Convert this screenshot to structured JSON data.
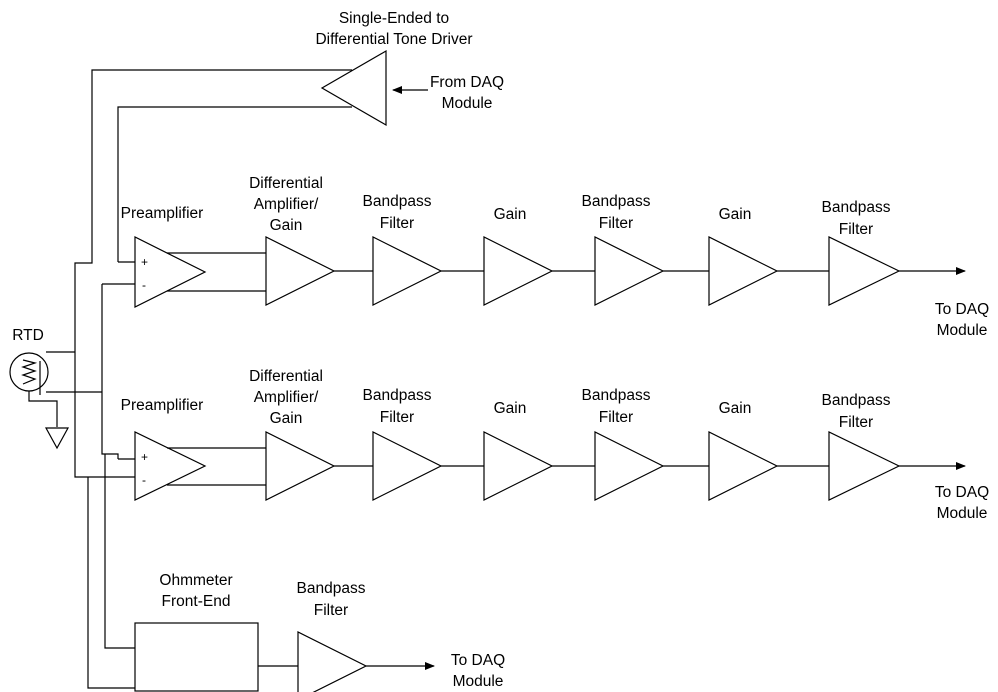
{
  "tone_driver": {
    "line1": "Single-Ended to",
    "line2": "Differential Tone Driver"
  },
  "from_daq": {
    "line1": "From DAQ",
    "line2": "Module"
  },
  "rtd_label": "RTD",
  "channel_top": {
    "preamp": "Preamplifier",
    "diffamp": {
      "line1": "Differential",
      "line2": "Amplifier/",
      "line3": "Gain"
    },
    "bp1": {
      "line1": "Bandpass",
      "line2": "Filter"
    },
    "gain1": "Gain",
    "bp2": {
      "line1": "Bandpass",
      "line2": "Filter"
    },
    "gain2": "Gain",
    "bp3": {
      "line1": "Bandpass",
      "line2": "Filter"
    },
    "to_daq": {
      "line1": "To DAQ",
      "line2": "Module"
    },
    "plus": "+",
    "minus": "-"
  },
  "channel_bottom": {
    "preamp": "Preamplifier",
    "diffamp": {
      "line1": "Differential",
      "line2": "Amplifier/",
      "line3": "Gain"
    },
    "bp1": {
      "line1": "Bandpass",
      "line2": "Filter"
    },
    "gain1": "Gain",
    "bp2": {
      "line1": "Bandpass",
      "line2": "Filter"
    },
    "gain2": "Gain",
    "bp3": {
      "line1": "Bandpass",
      "line2": "Filter"
    },
    "to_daq": {
      "line1": "To DAQ",
      "line2": "Module"
    },
    "plus": "+",
    "minus": "-"
  },
  "ohmmeter": {
    "label": {
      "line1": "Ohmmeter",
      "line2": "Front-End"
    },
    "bp": {
      "line1": "Bandpass",
      "line2": "Filter"
    },
    "to_daq": {
      "line1": "To DAQ",
      "line2": "Module"
    }
  }
}
